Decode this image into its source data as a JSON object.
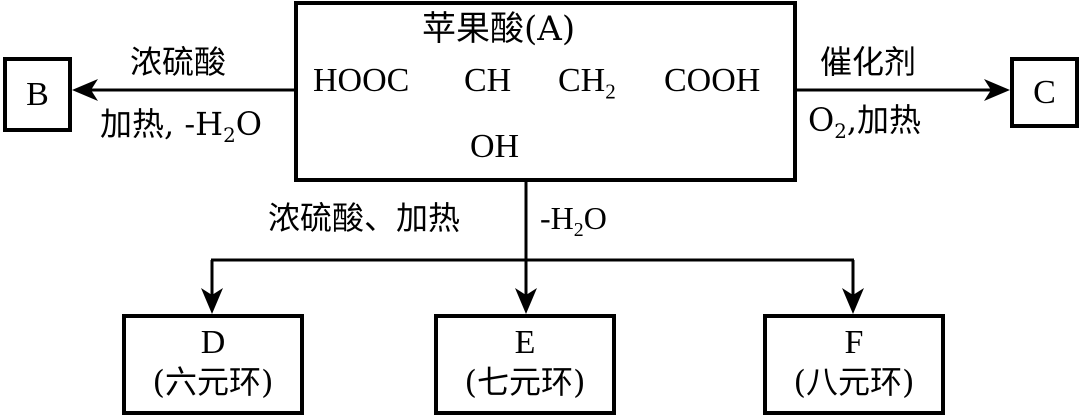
{
  "main": {
    "title": "苹果酸(A)",
    "formula": {
      "hooc": "HOOC",
      "ch": "CH",
      "ch2_base": "CH",
      "ch2_sub": "2",
      "cooh": "COOH",
      "oh": "OH"
    }
  },
  "left_reaction": {
    "above": "浓硫酸",
    "below_text": "加热, -H",
    "below_sub": "2",
    "below_end": "O",
    "product": "B"
  },
  "right_reaction": {
    "above": "催化剂",
    "below_o": "O",
    "below_sub": "2",
    "below_text": ",加热",
    "product": "C"
  },
  "down_reaction": {
    "left_label": "浓硫酸、加热",
    "right_text": "-H",
    "right_sub": "2",
    "right_end": "O"
  },
  "products": [
    {
      "letter": "D",
      "ring": "(六元环)"
    },
    {
      "letter": "E",
      "ring": "(七元环)"
    },
    {
      "letter": "F",
      "ring": "(八元环)"
    }
  ]
}
